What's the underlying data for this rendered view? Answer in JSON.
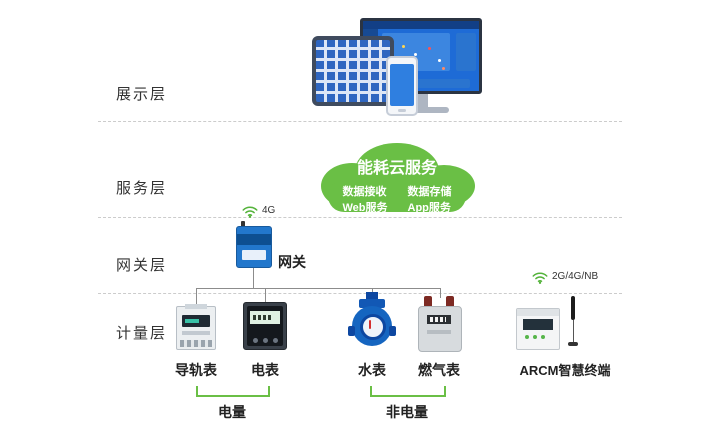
{
  "layers": {
    "display": "展示层",
    "service": "服务层",
    "gateway": "网关层",
    "metering": "计量层"
  },
  "cloud": {
    "title": "能耗云服务",
    "left": [
      "数据接收",
      "Web服务"
    ],
    "right": [
      "数据存储",
      "App服务"
    ]
  },
  "gateway": {
    "label": "网关",
    "network": "4G"
  },
  "meters": [
    {
      "label": "导轨表"
    },
    {
      "label": "电表"
    },
    {
      "label": "水表"
    },
    {
      "label": "燃气表"
    }
  ],
  "arcm": {
    "network": "2G/4G/NB",
    "label": "ARCM智慧终端"
  },
  "groups": [
    {
      "label": "电量"
    },
    {
      "label": "非电量"
    }
  ],
  "icons": {
    "wifi": "wifi-icon",
    "cloud": "cloud-icon",
    "monitor": "monitor-icon",
    "tablet": "tablet-icon",
    "phone": "phone-icon",
    "antenna": "antenna-icon"
  },
  "colors": {
    "green": "#6abf45",
    "blue": "#2277cc",
    "line": "#8c8c8c"
  }
}
